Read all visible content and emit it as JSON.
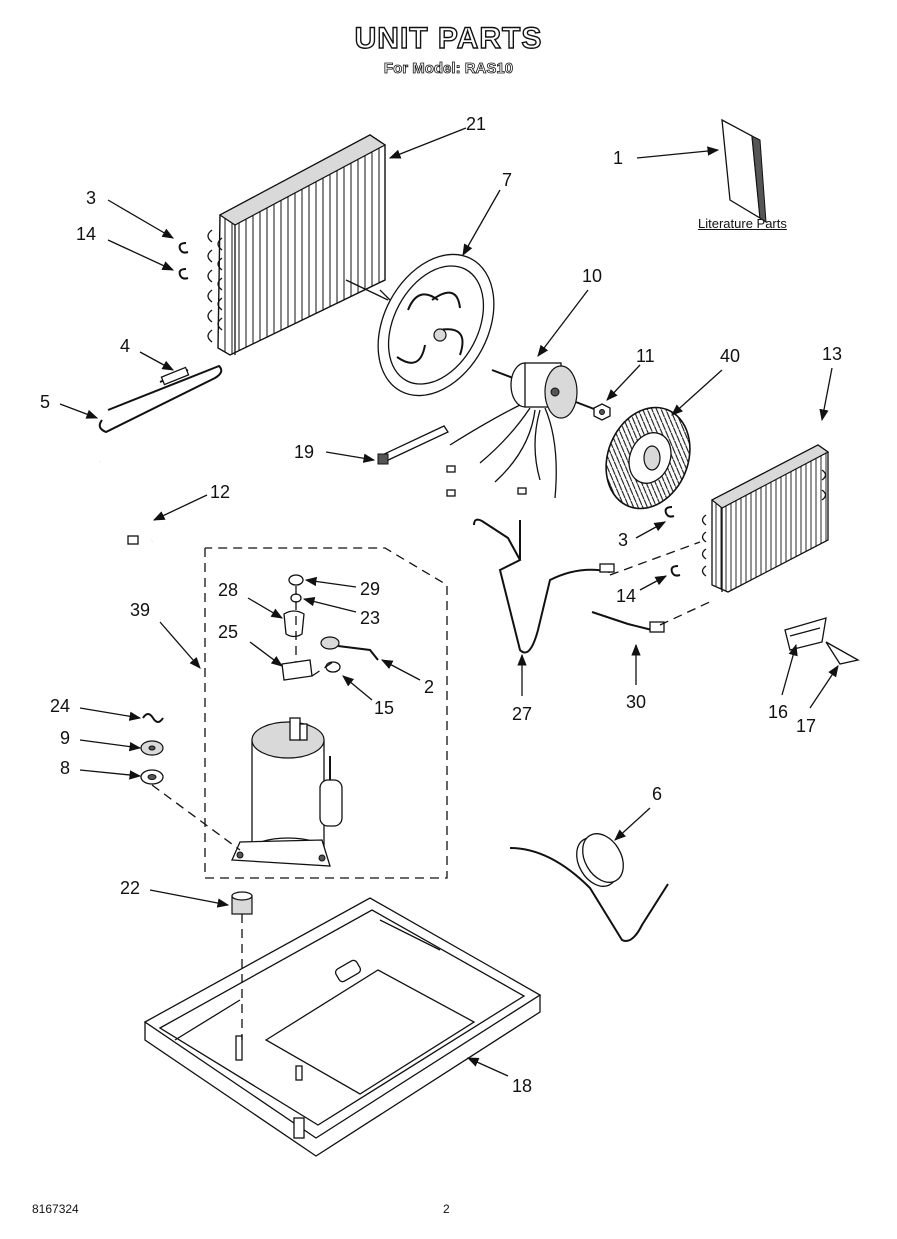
{
  "header": {
    "title": "UNIT PARTS",
    "subtitle": "For Model: RAS10"
  },
  "literature_label": "Literature Parts",
  "callouts": [
    "1",
    "2",
    "3",
    "3",
    "4",
    "5",
    "6",
    "7",
    "8",
    "9",
    "10",
    "11",
    "12",
    "13",
    "14",
    "14",
    "15",
    "16",
    "17",
    "18",
    "19",
    "21",
    "22",
    "23",
    "24",
    "25",
    "27",
    "28",
    "29",
    "30",
    "39",
    "40"
  ],
  "footer": {
    "doc_number": "8167324",
    "page_number": "2"
  }
}
